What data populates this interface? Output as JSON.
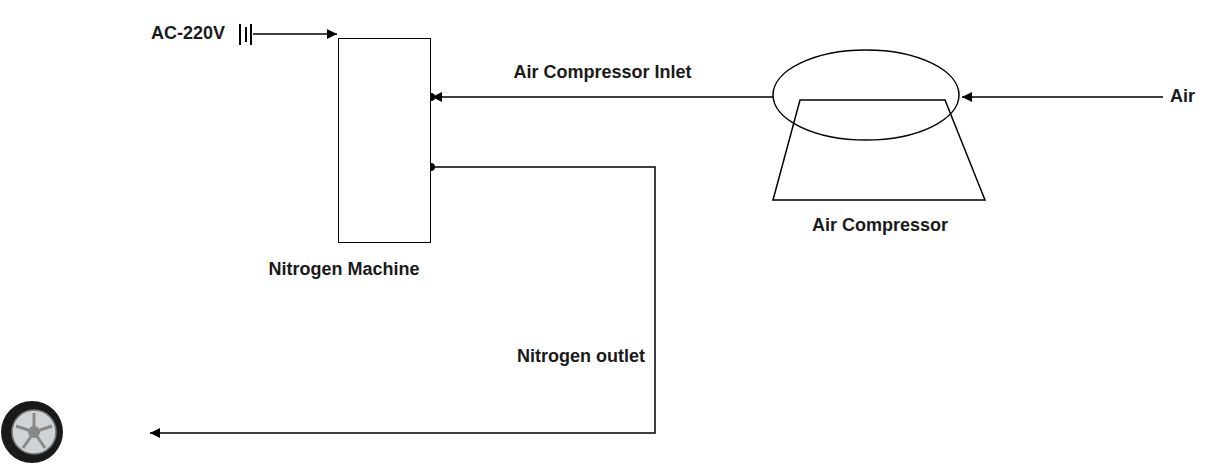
{
  "diagram": {
    "nodes": [
      {
        "text": [
          "Nitrogen Machine"
        ]
      },
      {
        "text": [
          "Air Compressor"
        ]
      }
    ],
    "edges": [
      {
        "from": 1,
        "to": 0,
        "arrow": "to",
        "label": "Air Compressor Inlet"
      }
    ],
    "labels": [
      "AC-220V",
      "Nitrogen outlet",
      "Air"
    ]
  }
}
